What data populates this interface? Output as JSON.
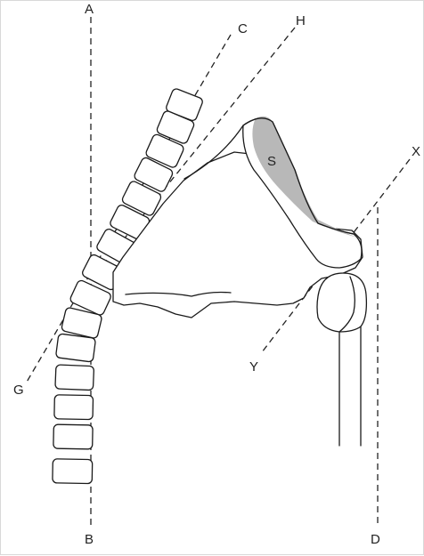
{
  "labels": {
    "a": "A",
    "b": "B",
    "c": "C",
    "d": "D",
    "g": "G",
    "h": "H",
    "x": "X",
    "y": "Y",
    "s": "S"
  },
  "colors": {
    "line": "#222222",
    "bone_fill": "#ffffff",
    "shaded_region": "#b8b8b8",
    "border": "#d8d8d8"
  },
  "vertebra_count": 15
}
